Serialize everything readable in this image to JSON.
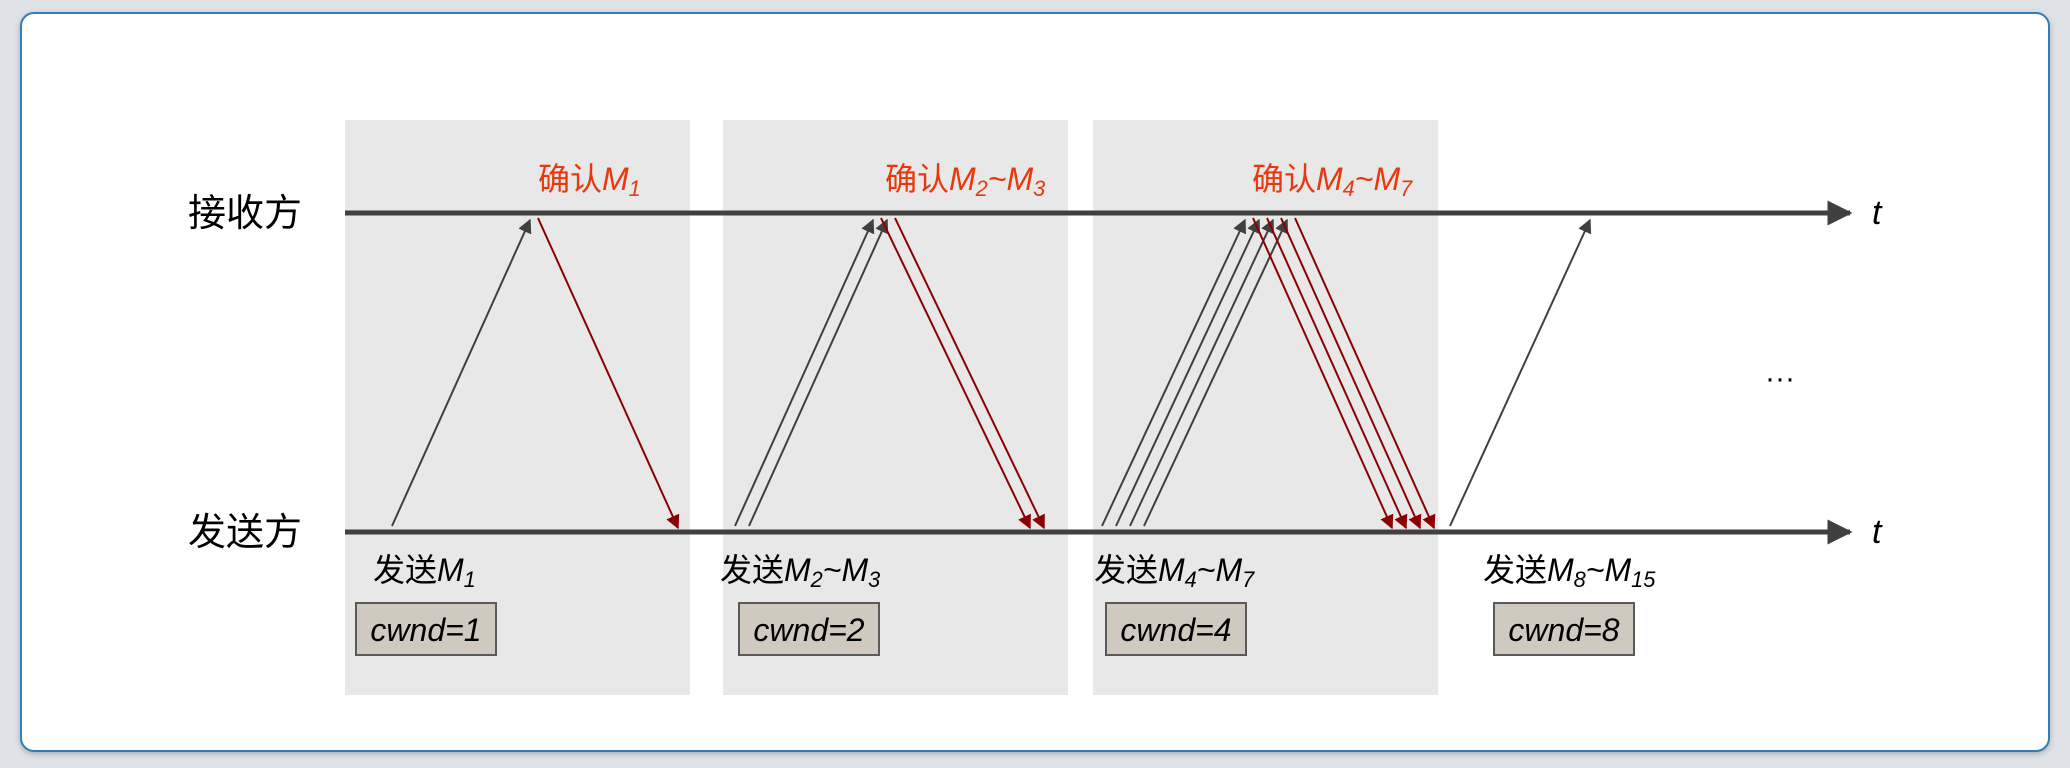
{
  "lanes": {
    "receiver": "接收方",
    "sender": "发送方",
    "time": "t"
  },
  "ellipsis": "···",
  "rounds": [
    {
      "ack": [
        {
          "t": "确认"
        },
        {
          "t": "M",
          "i": true
        },
        {
          "t": "1",
          "i": true,
          "sub": true
        }
      ],
      "send": [
        {
          "t": "发送"
        },
        {
          "t": "M",
          "i": true
        },
        {
          "t": "1",
          "i": true,
          "sub": true
        }
      ],
      "cwnd": "cwnd=1",
      "segments": 1
    },
    {
      "ack": [
        {
          "t": "确认"
        },
        {
          "t": "M",
          "i": true
        },
        {
          "t": "2",
          "i": true,
          "sub": true
        },
        {
          "t": "~M",
          "i": true
        },
        {
          "t": "3",
          "i": true,
          "sub": true
        }
      ],
      "send": [
        {
          "t": "发送"
        },
        {
          "t": "M",
          "i": true
        },
        {
          "t": "2",
          "i": true,
          "sub": true
        },
        {
          "t": "~M",
          "i": true
        },
        {
          "t": "3",
          "i": true,
          "sub": true
        }
      ],
      "cwnd": "cwnd=2",
      "segments": 2
    },
    {
      "ack": [
        {
          "t": "确认"
        },
        {
          "t": "M",
          "i": true
        },
        {
          "t": "4",
          "i": true,
          "sub": true
        },
        {
          "t": "~M",
          "i": true
        },
        {
          "t": "7",
          "i": true,
          "sub": true
        }
      ],
      "send": [
        {
          "t": "发送"
        },
        {
          "t": "M",
          "i": true
        },
        {
          "t": "4",
          "i": true,
          "sub": true
        },
        {
          "t": "~M",
          "i": true
        },
        {
          "t": "7",
          "i": true,
          "sub": true
        }
      ],
      "cwnd": "cwnd=4",
      "segments": 4
    },
    {
      "send": [
        {
          "t": "发送"
        },
        {
          "t": "M",
          "i": true
        },
        {
          "t": "8",
          "i": true,
          "sub": true
        },
        {
          "t": "~M",
          "i": true
        },
        {
          "t": "15",
          "i": true,
          "sub": true
        }
      ],
      "cwnd": "cwnd=8",
      "segments": 1
    }
  ],
  "colors": {
    "axis": "#404040",
    "send_arrow": "#404040",
    "ack_arrow": "#8b0000",
    "ack_text": "#e8380d",
    "round_bg": "#e8e8e8",
    "cwnd_bg": "#cfc9c0",
    "cwnd_border": "#5a5a5a"
  }
}
